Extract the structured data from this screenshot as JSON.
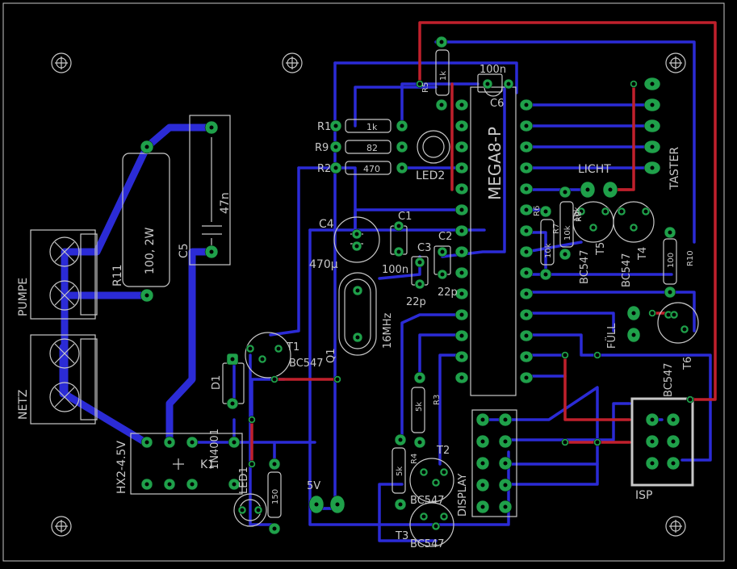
{
  "colors": {
    "background": "#000000",
    "top_trace": "#c0202c",
    "bottom_trace": "#2b2bd6",
    "pad": "#1fa04a",
    "silkscreen": "#c8c8c8"
  },
  "labels": {
    "pumpe": "PUMPE",
    "netz": "NETZ",
    "r11": "R11",
    "r11_value": "100, 2W",
    "c5": "C5",
    "c5_value": "47n",
    "r1": "R1",
    "r1_value": "1k",
    "r9": "R9",
    "r9_value": "82",
    "r2": "R2",
    "r2_value": "470",
    "r5": "R5",
    "r5_value": "1k",
    "c6_value": "100n",
    "c6": "C6",
    "led2": "LED2",
    "mcu": "MEGA8-P",
    "taster": "TASTER",
    "licht": "LICHT",
    "c4": "C4",
    "c4_value": "470µ",
    "c1": "C1",
    "c2": "C2",
    "c3": "C3",
    "c1_value": "100n",
    "c2_value": "22p",
    "c3_value": "22p",
    "q1": "Q1",
    "q1_value": "16MHz",
    "r6": "R6",
    "r6_value": "10k",
    "r7": "R7",
    "r7_value": "10k",
    "r8": "R8",
    "r8_value": "10k",
    "t4": "T4",
    "t4_type": "BC547",
    "t5": "T5",
    "t5_type": "BC547",
    "r10": "R10",
    "r10_value": "100",
    "full": "FÜLL",
    "t6": "T6",
    "t6_type": "BC547",
    "t1": "T1",
    "t1_type": "BC547",
    "d1": "D1",
    "d1_value": "1N4001",
    "k1": "K1",
    "k1_value": "HX2-4.5V",
    "led1": "LED1",
    "r_led1_value": "150",
    "v5": "5V",
    "r3": "R3",
    "r3_value": "5k",
    "r4": "R4",
    "r4_value": "5k",
    "t2": "T2",
    "t2_type": "BC547",
    "t3": "T3",
    "t3_type": "BC547",
    "display": "DISPLAY",
    "isp": "ISP"
  }
}
